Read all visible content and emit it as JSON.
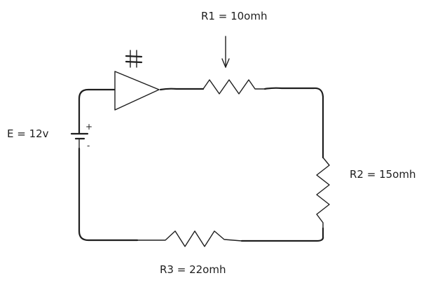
{
  "labels": {
    "r1": "R1 = 10omh",
    "r2": "R2 = 15omh",
    "r3": "R3 = 22omh",
    "e": "E = 12v"
  },
  "battery": {
    "plus": "+",
    "minus": "-"
  },
  "icons": {
    "source": "battery-icon",
    "amplifier": "amplifier-triangle-icon",
    "adjust_arrow": "arrow-down-icon",
    "ground": "ground-icon",
    "resistor": "resistor-zigzag-icon"
  }
}
